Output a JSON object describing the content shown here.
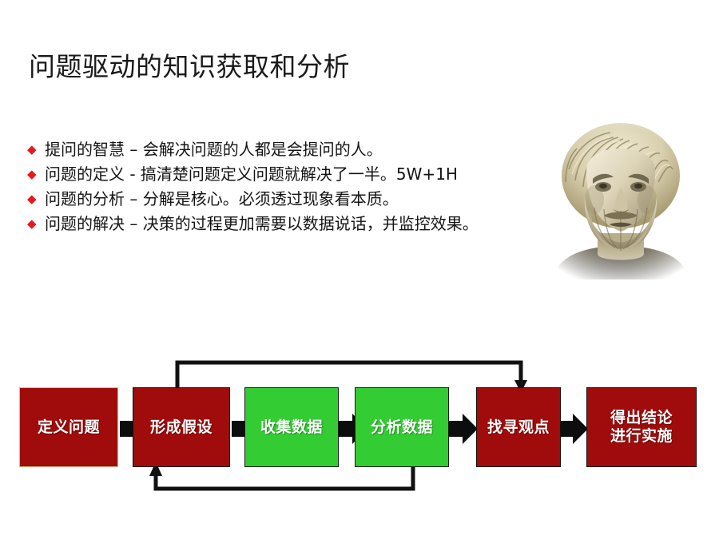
{
  "slide": {
    "title": "问题驱动的知识获取和分析",
    "bullets": [
      {
        "marker": "◆",
        "text": "提问的智慧 – 会解决问题的人都是会提问的人。"
      },
      {
        "marker": "◆",
        "text": "问题的定义 - 搞清楚问题定义问题就解决了一半。5W+1H"
      },
      {
        "marker": "◆",
        "text": "问题的分析 – 分解是核心。必须透过现象看本质。"
      },
      {
        "marker": "◆",
        "text": "问题的解决 – 决策的过程更加需要以数据说话，并监控效果。"
      }
    ],
    "image": {
      "name": "aristotle-bust-image",
      "alt": "希腊哲学家大理石半身像"
    },
    "flow": {
      "nodes": [
        {
          "label": "定义问题",
          "color": "#a00b0b",
          "style": "red"
        },
        {
          "label": "形成假设",
          "color": "#a00b0b",
          "style": "red"
        },
        {
          "label": "收集数据",
          "color": "#33cc33",
          "style": "green"
        },
        {
          "label": "分析数据",
          "color": "#33cc33",
          "style": "green"
        },
        {
          "label": "找寻观点",
          "color": "#a00b0b",
          "style": "red"
        },
        {
          "label": "得出结论\n进行实施",
          "color": "#a00b0b",
          "style": "red"
        }
      ],
      "connectors": [
        {
          "name": "arrow-1-to-2",
          "type": "block-arrow"
        },
        {
          "name": "arrow-2-to-3",
          "type": "block-arrow"
        },
        {
          "name": "arrow-3-to-4",
          "type": "block-arrow"
        },
        {
          "name": "arrow-4-to-5",
          "type": "block-arrow"
        },
        {
          "name": "arrow-5-to-6",
          "type": "block-arrow"
        },
        {
          "name": "feedback-loop-top",
          "type": "elbow-arrow",
          "from": "形成假设",
          "to": "找寻观点"
        },
        {
          "name": "feedback-loop-bottom",
          "type": "elbow-arrow",
          "from": "分析数据",
          "to": "形成假设"
        }
      ]
    },
    "colors": {
      "bullet_marker": "#e8191c",
      "red_node": "#a00b0b",
      "green_node": "#33cc33",
      "connector": "#111111",
      "background": "#ffffff",
      "title_text": "#1a1a1a"
    }
  }
}
